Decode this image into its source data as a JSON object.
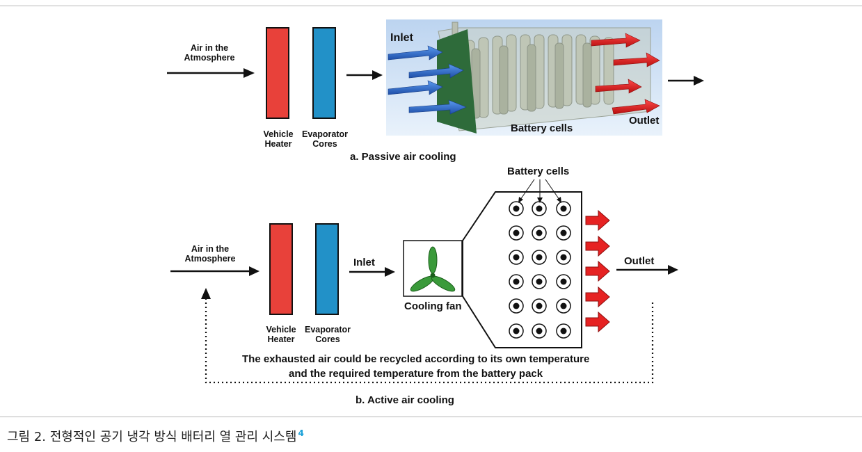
{
  "passive": {
    "air_label": "Air in the\nAtmosphere",
    "heater_label": "Vehicle\nHeater",
    "evaporator_label": "Evaporator\nCores",
    "inlet_label": "Inlet",
    "battery_cells_label": "Battery cells",
    "outlet_label": "Outlet",
    "subtitle": "a. Passive air cooling"
  },
  "active": {
    "air_label": "Air in the\nAtmosphere",
    "heater_label": "Vehicle\nHeater",
    "evaporator_label": "Evaporator\nCores",
    "inlet_label": "Inlet",
    "fan_label": "Cooling fan",
    "battery_cells_label": "Battery cells",
    "outlet_label": "Outlet",
    "note_line1": "The exhausted air could be recycled according to its own temperature",
    "note_line2": "and the required temperature from the battery pack",
    "subtitle": "b. Active air cooling"
  },
  "caption": {
    "text": "그림 2. 전형적인 공기 냉각 방식 배터리 열 관리 시스템",
    "ref": "4"
  },
  "colors": {
    "heater": "#e8413a",
    "evaporator": "#2291c8",
    "inlet_arrow": "#2a6fd6",
    "outlet_arrow": "#e62222",
    "fan_blade": "#3a9a3a",
    "green_panel": "#2e6b3a"
  }
}
